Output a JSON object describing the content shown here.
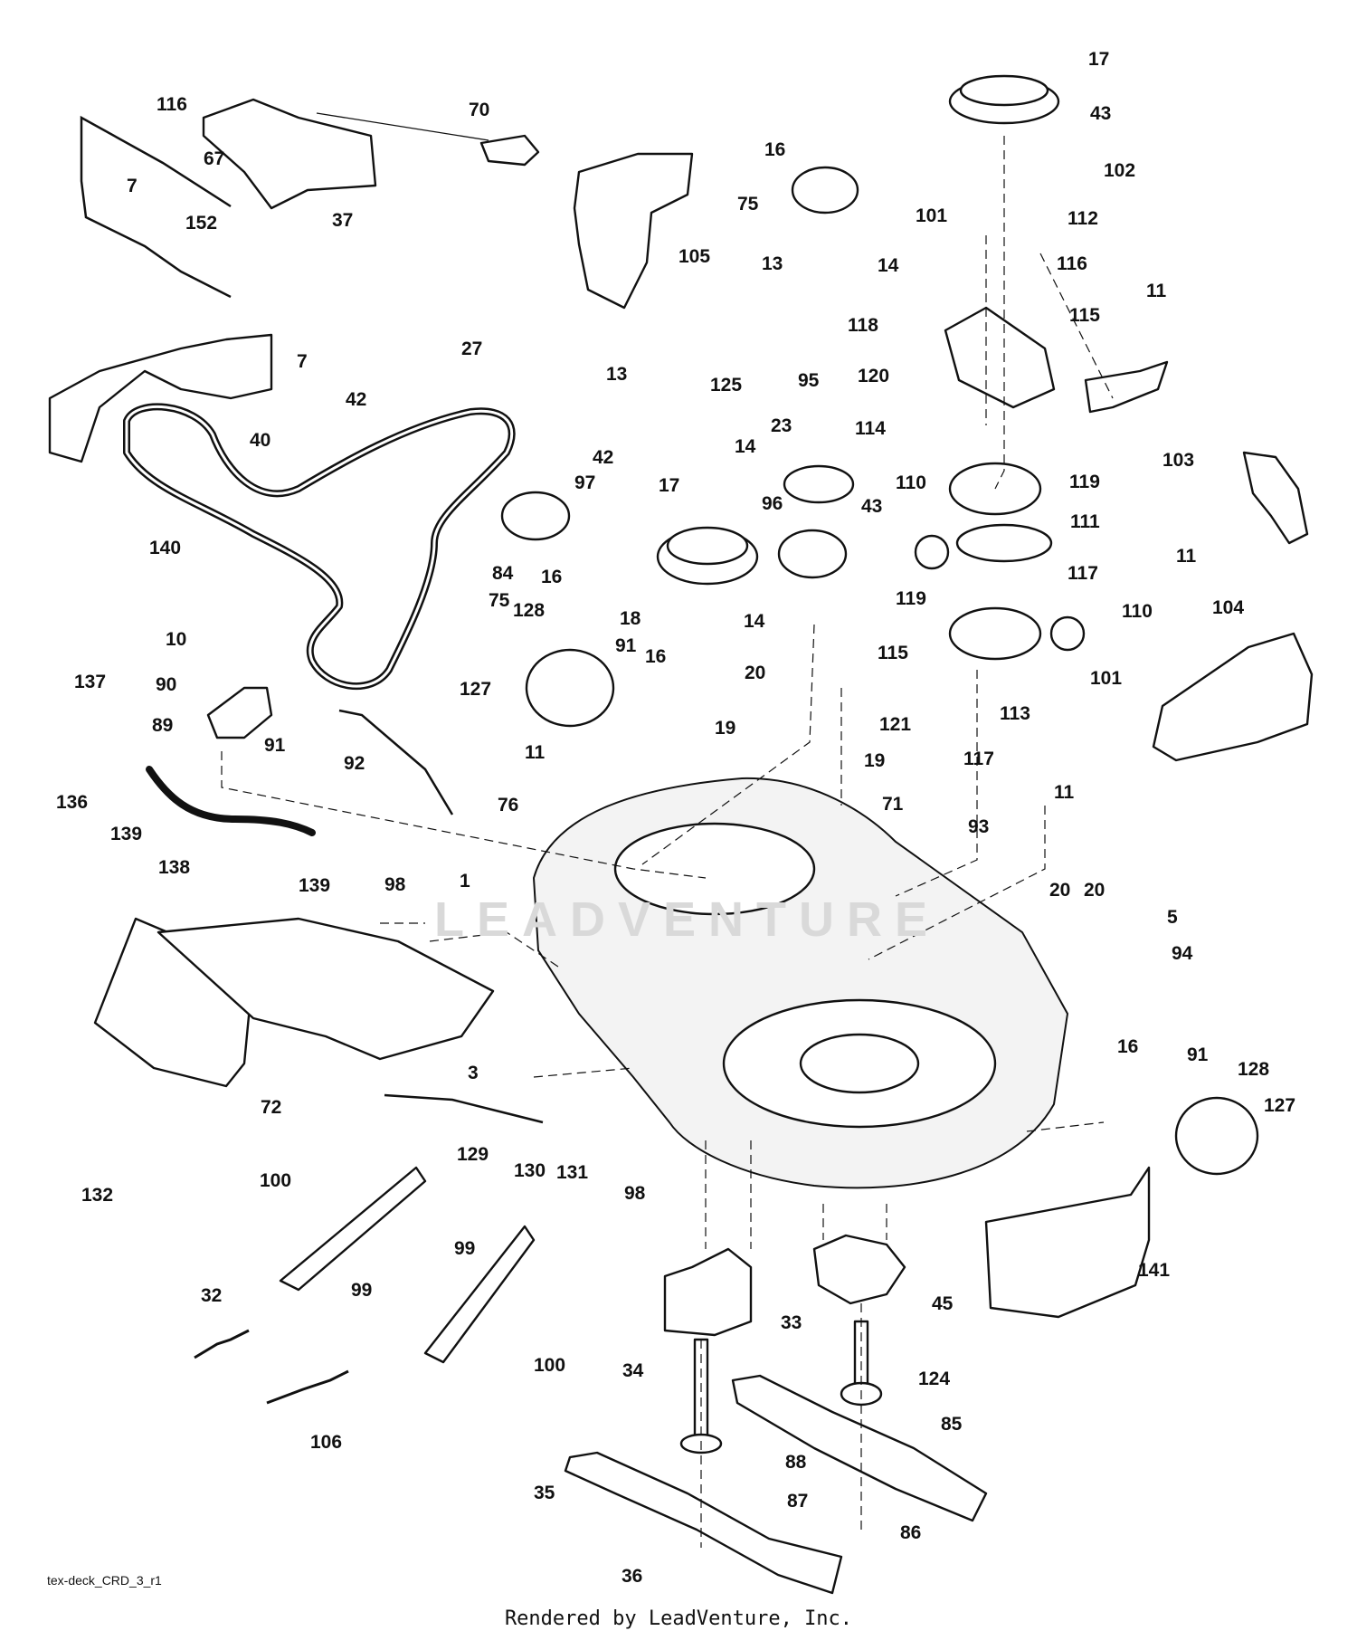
{
  "diagram_id": "tex-deck_CRD_3_r1",
  "footer": "Rendered by LeadVenture, Inc.",
  "watermark": "LEADVENTURE",
  "colors": {
    "line": "#111111",
    "background": "#ffffff",
    "watermark": "#d9d9d9"
  },
  "labels": [
    "17",
    "43",
    "102",
    "112",
    "16",
    "75",
    "14",
    "13",
    "105",
    "101",
    "116",
    "115",
    "11",
    "118",
    "120",
    "116",
    "70",
    "67",
    "7",
    "152",
    "37",
    "7",
    "42",
    "40",
    "140",
    "27",
    "13",
    "125",
    "42",
    "95",
    "23",
    "97",
    "14",
    "17",
    "43",
    "96",
    "75",
    "16",
    "84",
    "14",
    "114",
    "103",
    "119",
    "110",
    "111",
    "11",
    "117",
    "119",
    "110",
    "104",
    "10",
    "137",
    "90",
    "89",
    "91",
    "136",
    "139",
    "138",
    "139",
    "92",
    "128",
    "127",
    "91",
    "16",
    "19",
    "18",
    "20",
    "115",
    "121",
    "113",
    "101",
    "11",
    "76",
    "19",
    "117",
    "71",
    "11",
    "93",
    "20",
    "98",
    "1",
    "20",
    "5",
    "94",
    "72",
    "132",
    "3",
    "129",
    "130",
    "131",
    "98",
    "16",
    "91",
    "128",
    "127",
    "100",
    "99",
    "99",
    "32",
    "106",
    "100",
    "141",
    "33",
    "45",
    "34",
    "124",
    "85",
    "35",
    "88",
    "87",
    "86",
    "36"
  ]
}
